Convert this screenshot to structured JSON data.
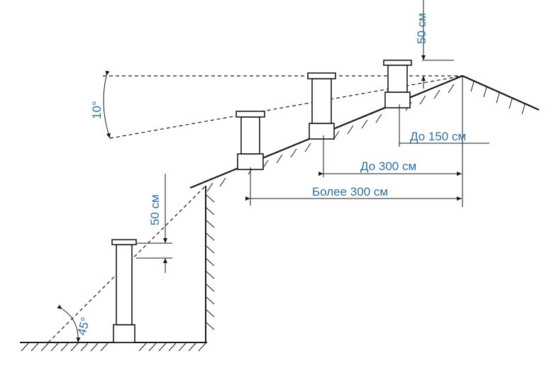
{
  "colors": {
    "line": "#1a1a1a",
    "label": "#2f6f9f",
    "background": "#ffffff"
  },
  "labels": {
    "top_clearance": "50 см",
    "angle_10": "10°",
    "angle_45": "45°",
    "low_clearance": "50 см",
    "dist_150": "До 150 см",
    "dist_300": "До 300 см",
    "dist_more_300": "Более 300 см"
  }
}
